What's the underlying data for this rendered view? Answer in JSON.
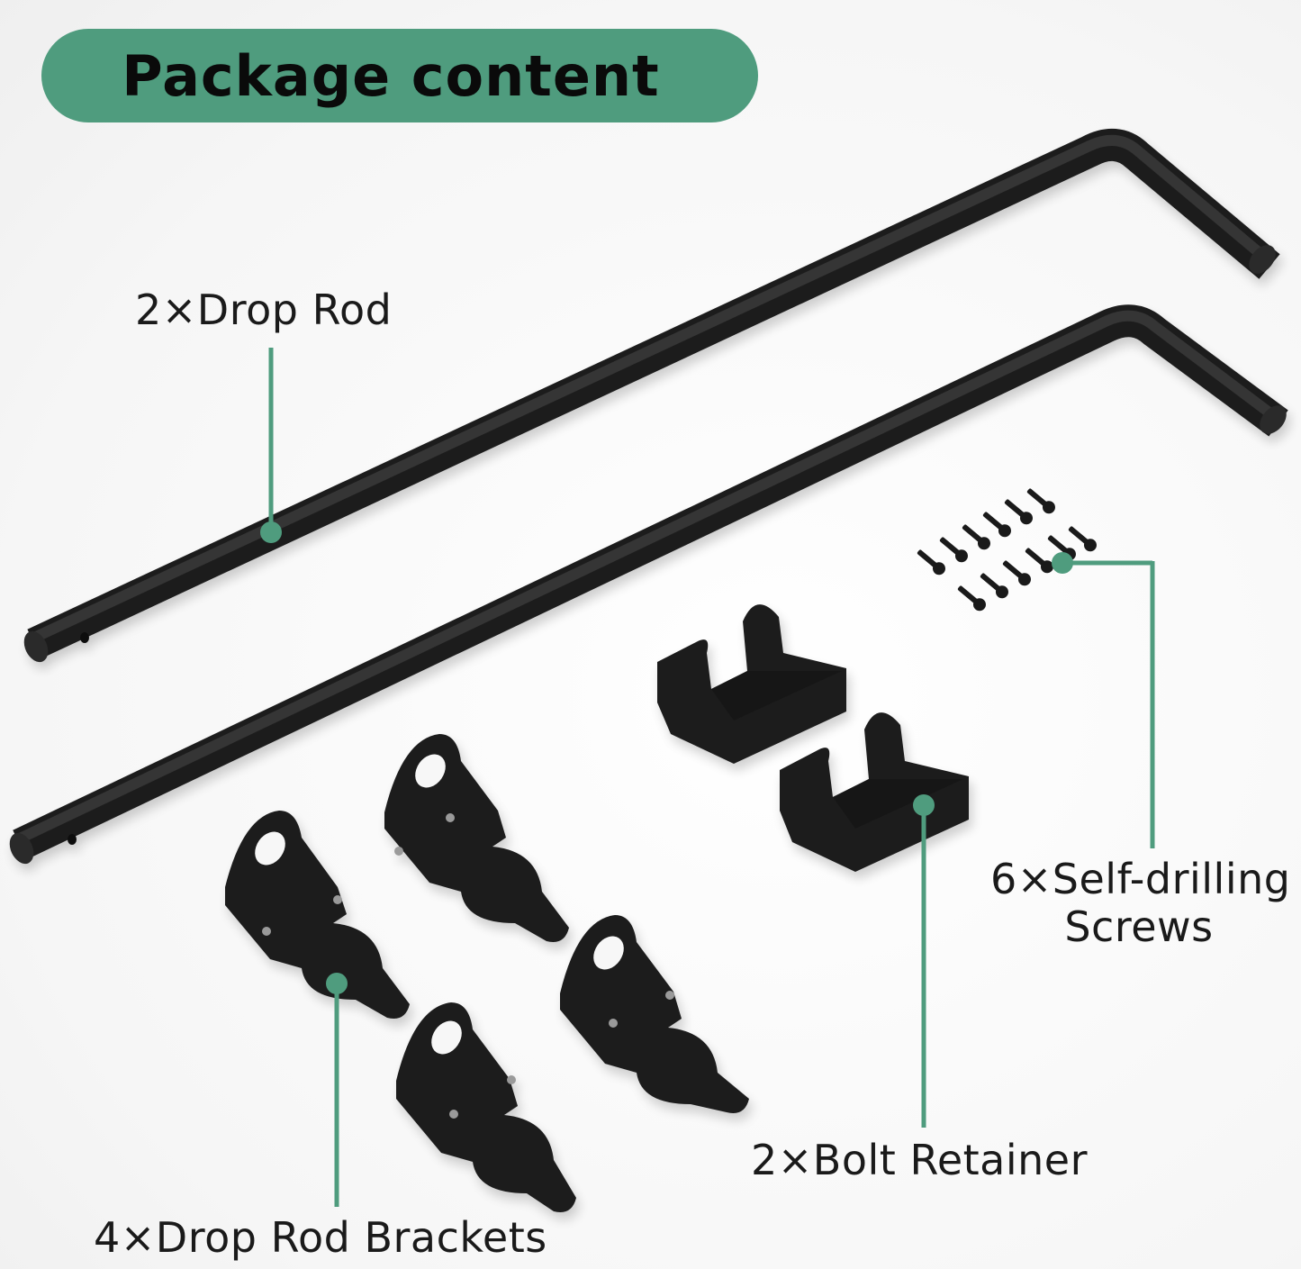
{
  "title": "Package content",
  "accent_color": "#4f9c7e",
  "items": [
    {
      "quantity": "2",
      "name": "Drop Rod",
      "label": "2×Drop Rod"
    },
    {
      "quantity": "6",
      "name": "Self-drilling Screws",
      "label_line1": "6×Self-drilling",
      "label_line2": "Screws"
    },
    {
      "quantity": "2",
      "name": "Bolt Retainer",
      "label": "2×Bolt Retainer"
    },
    {
      "quantity": "4",
      "name": "Drop Rod Brackets",
      "label": "4×Drop Rod Brackets"
    }
  ]
}
